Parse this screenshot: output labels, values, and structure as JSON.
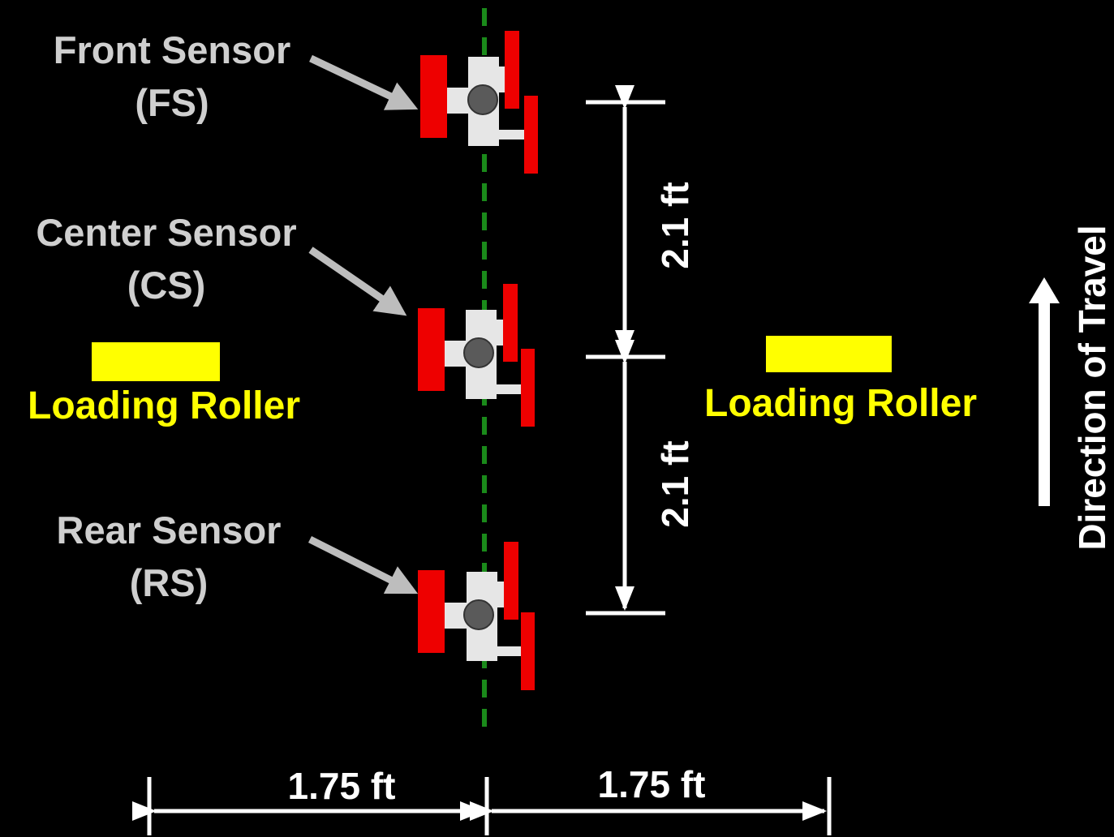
{
  "sensors": [
    {
      "name": "Front Sensor",
      "abbr": "(FS)"
    },
    {
      "name": "Center Sensor",
      "abbr": "(CS)"
    },
    {
      "name": "Rear Sensor",
      "abbr": "(RS)"
    }
  ],
  "rollers": {
    "left_label": "Loading Roller",
    "right_label": "Loading Roller"
  },
  "dimensions": {
    "spacing_top": "2.1 ft",
    "spacing_bottom": "2.1 ft",
    "offset_left": "1.75 ft",
    "offset_right": "1.75 ft"
  },
  "direction_label": "Direction of Travel",
  "colors": {
    "background": "#000000",
    "sensor_red": "#ee0000",
    "sensor_body": "#e6e6e6",
    "sensor_core": "#5a5a5a",
    "roller_yellow": "#ffff00",
    "centerline": "#1a8a1a",
    "label_grey": "#cfcfcf",
    "dimension_white": "#ffffff"
  },
  "icons": {
    "pointer_arrow": "arrow-icon",
    "direction_arrow": "arrow-up-icon"
  }
}
